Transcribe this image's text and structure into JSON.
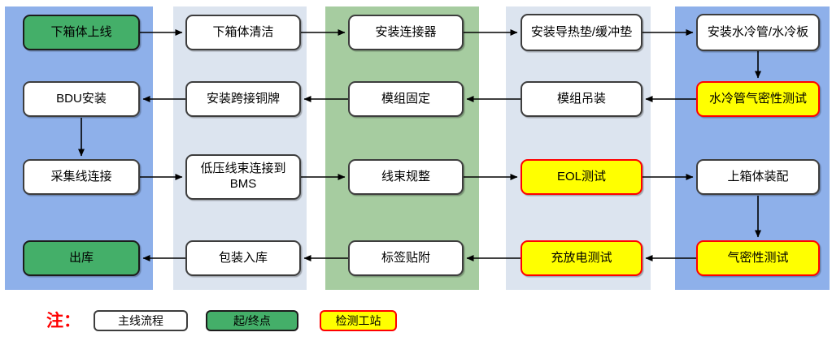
{
  "diagram": {
    "lanes": [
      {
        "name": "lane-1",
        "color": "#8EB0EA"
      },
      {
        "name": "lane-2",
        "color": "#DCE4EF"
      },
      {
        "name": "lane-3",
        "color": "#A6CCA0"
      },
      {
        "name": "lane-4",
        "color": "#DCE4EF"
      },
      {
        "name": "lane-5",
        "color": "#8EB0EA"
      }
    ],
    "nodes": {
      "r1c1": {
        "label": "下箱体上线",
        "type": "terminal"
      },
      "r1c2": {
        "label": "下箱体清洁",
        "type": "main"
      },
      "r1c3": {
        "label": "安装连接器",
        "type": "main"
      },
      "r1c4": {
        "label": "安装导热垫/缓冲垫",
        "type": "main"
      },
      "r1c5": {
        "label": "安装水冷管/水冷板",
        "type": "main"
      },
      "r2c1": {
        "label": "BDU安装",
        "type": "main"
      },
      "r2c2": {
        "label": "安装跨接铜牌",
        "type": "main"
      },
      "r2c3": {
        "label": "模组固定",
        "type": "main"
      },
      "r2c4": {
        "label": "模组吊装",
        "type": "main"
      },
      "r2c5": {
        "label": "水冷管气密性测试",
        "type": "test"
      },
      "r3c1": {
        "label": "采集线连接",
        "type": "main"
      },
      "r3c2": {
        "label": "低压线束连接到BMS",
        "type": "main"
      },
      "r3c3": {
        "label": "线束规整",
        "type": "main"
      },
      "r3c4": {
        "label": "EOL测试",
        "type": "test"
      },
      "r3c5": {
        "label": "上箱体装配",
        "type": "main"
      },
      "r4c1": {
        "label": "出库",
        "type": "terminal"
      },
      "r4c2": {
        "label": "包装入库",
        "type": "main"
      },
      "r4c3": {
        "label": "标签贴附",
        "type": "main"
      },
      "r4c4": {
        "label": "充放电测试",
        "type": "test"
      },
      "r4c5": {
        "label": "气密性测试",
        "type": "test"
      }
    },
    "edges": [
      {
        "from": "r1c1",
        "to": "r1c2"
      },
      {
        "from": "r1c2",
        "to": "r1c3"
      },
      {
        "from": "r1c3",
        "to": "r1c4"
      },
      {
        "from": "r1c4",
        "to": "r1c5"
      },
      {
        "from": "r1c5",
        "to": "r2c5"
      },
      {
        "from": "r2c5",
        "to": "r2c4"
      },
      {
        "from": "r2c4",
        "to": "r2c3"
      },
      {
        "from": "r2c3",
        "to": "r2c2"
      },
      {
        "from": "r2c2",
        "to": "r2c1"
      },
      {
        "from": "r2c1",
        "to": "r3c1"
      },
      {
        "from": "r3c1",
        "to": "r3c2"
      },
      {
        "from": "r3c2",
        "to": "r3c3"
      },
      {
        "from": "r3c3",
        "to": "r3c4"
      },
      {
        "from": "r3c4",
        "to": "r3c5"
      },
      {
        "from": "r3c5",
        "to": "r4c5"
      },
      {
        "from": "r4c5",
        "to": "r4c4"
      },
      {
        "from": "r4c4",
        "to": "r4c3"
      },
      {
        "from": "r4c3",
        "to": "r4c2"
      },
      {
        "from": "r4c2",
        "to": "r4c1"
      }
    ]
  },
  "legend": {
    "note": "注：",
    "items": [
      {
        "label": "主线流程",
        "type": "main"
      },
      {
        "label": "起/终点",
        "type": "terminal"
      },
      {
        "label": "检测工站",
        "type": "test"
      }
    ]
  },
  "colors": {
    "lane_blue": "#8EB0EA",
    "lane_light": "#DCE4EF",
    "lane_green": "#A6CCA0",
    "node_main_bg": "#FFFFFF",
    "node_terminal_bg": "#44AF69",
    "node_test_bg": "#FFFF00",
    "node_test_border": "#FF0000",
    "note_color": "#FF0000",
    "arrow": "#000000"
  }
}
